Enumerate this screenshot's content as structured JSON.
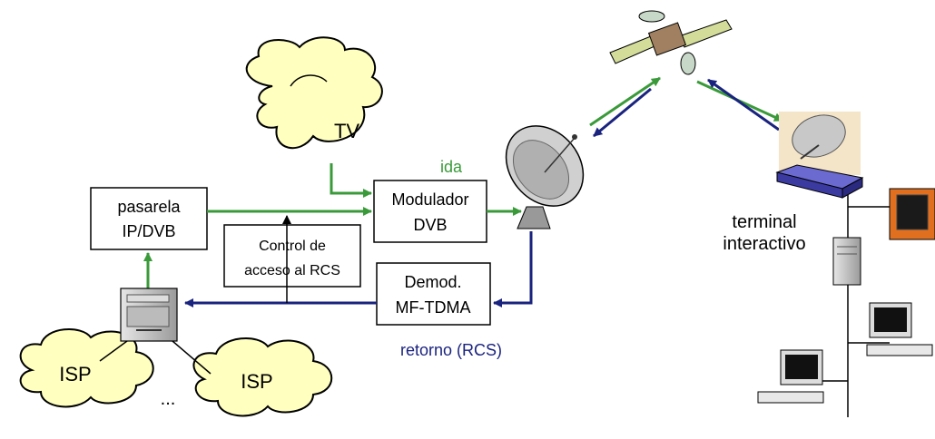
{
  "nodes": {
    "tv": "TV",
    "gateway_line1": "pasarela",
    "gateway_line2": "IP/DVB",
    "modulator_line1": "Modulador",
    "modulator_line2": "DVB",
    "access_line1": "Control de",
    "access_line2": "acceso al RCS",
    "demod_line1": "Demod.",
    "demod_line2": "MF-TDMA",
    "isp_left": "ISP",
    "isp_right": "ISP",
    "ellipsis": "...",
    "terminal_line1": "terminal",
    "terminal_line2": "interactivo"
  },
  "links": {
    "forward": "ida",
    "return": "retorno (RCS)"
  },
  "colors": {
    "forward": "#3a9a3a",
    "return": "#1a237e",
    "cloud": "#ffffc0"
  }
}
